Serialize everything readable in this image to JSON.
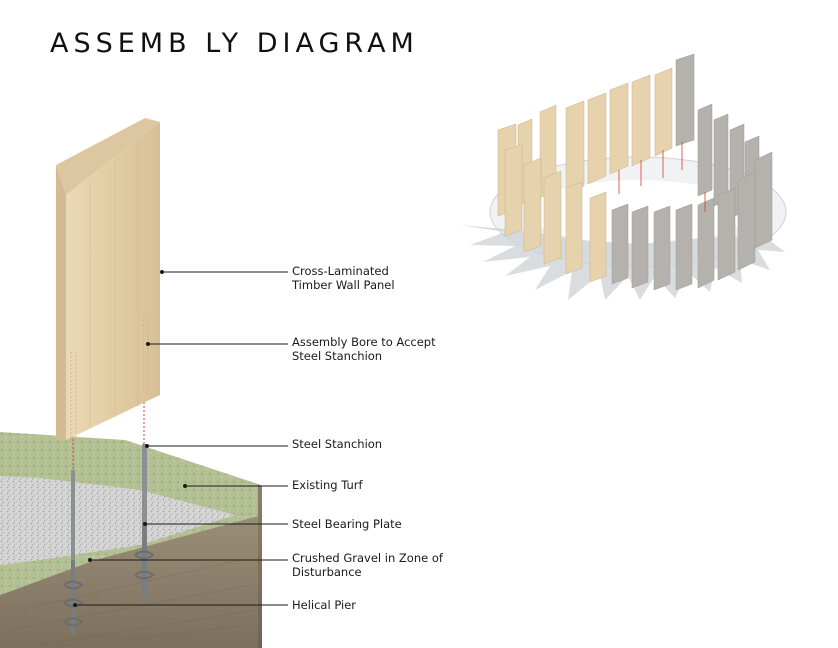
{
  "title": "ASSEMB LY DIAGRAM",
  "callouts": [
    {
      "id": "clt-panel",
      "lines": [
        "Cross-Laminated",
        "Timber Wall Panel"
      ]
    },
    {
      "id": "bore",
      "lines": [
        "Assembly Bore to Accept",
        "Steel Stanchion"
      ]
    },
    {
      "id": "stanchion",
      "lines": [
        "Steel Stanchion"
      ]
    },
    {
      "id": "turf",
      "lines": [
        "Existing Turf"
      ]
    },
    {
      "id": "bearing-plate",
      "lines": [
        "Steel Bearing Plate"
      ]
    },
    {
      "id": "gravel",
      "lines": [
        "Crushed Gravel in Zone of",
        "Disturbance"
      ]
    },
    {
      "id": "pier",
      "lines": [
        "Helical Pier"
      ]
    }
  ],
  "colors": {
    "timber": "#e3cfa9",
    "timber_edge": "#c9b38b",
    "turf": "#a9b88a",
    "soil": "#8a7e6a",
    "gravel": "#cfcfcf",
    "steel": "#8c8f93",
    "callout_line": "#1a1a1a",
    "bore_marker": "#d2402c",
    "shadow": "#c9ccd0"
  }
}
